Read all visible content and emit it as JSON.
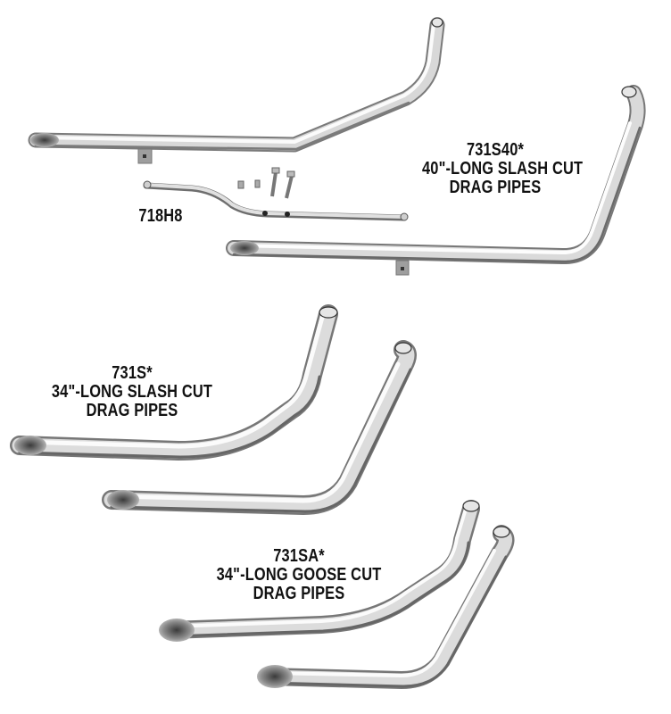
{
  "catalog": {
    "products": [
      {
        "part_number": "731S40*",
        "lines": [
          "40\"-LONG SLASH CUT",
          "DRAG PIPES"
        ]
      },
      {
        "part_number": "718H8",
        "lines": []
      },
      {
        "part_number": "731S*",
        "lines": [
          "34\"-LONG SLASH CUT",
          "DRAG PIPES"
        ]
      },
      {
        "part_number": "731SA*",
        "lines": [
          "34\"-LONG GOOSE CUT",
          "DRAG PIPES"
        ]
      }
    ]
  },
  "colors": {
    "background": "#ffffff",
    "chrome_light": "#f2f2f2",
    "chrome_mid": "#bdbdbd",
    "chrome_dark": "#5a5a5a",
    "text": "#111111"
  }
}
